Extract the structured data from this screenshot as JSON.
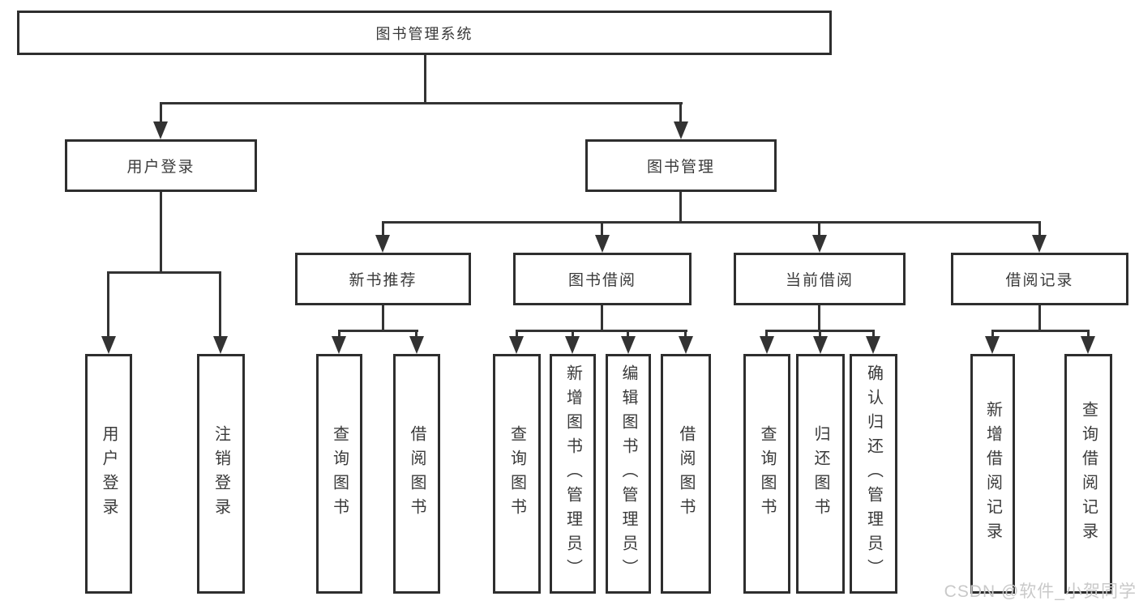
{
  "diagram": {
    "title": "图书管理系统",
    "user_login": {
      "label": "用户登录",
      "children": [
        "用户登录",
        "注销登录"
      ]
    },
    "book_mgmt": {
      "label": "图书管理",
      "sections": {
        "new_book": {
          "label": "新书推荐",
          "children": [
            "查询图书",
            "借阅图书"
          ]
        },
        "book_borrow": {
          "label": "图书借阅",
          "children": [
            "查询图书",
            "新增图书（管理员）",
            "编辑图书（管理员）",
            "借阅图书"
          ]
        },
        "current_borrow": {
          "label": "当前借阅",
          "children": [
            "查询图书",
            "归还图书",
            "确认归还（管理员）"
          ]
        },
        "borrow_records": {
          "label": "借阅记录",
          "children": [
            "新增借阅记录",
            "查询借阅记录"
          ]
        }
      }
    }
  },
  "watermark": {
    "text": "CSDN @软件_小贺同学"
  },
  "colors": {
    "line": "#333333",
    "box_border": "#2e2e2e",
    "text": "#3a3a3a",
    "background": "#ffffff",
    "watermark": "#c9c9c9"
  }
}
